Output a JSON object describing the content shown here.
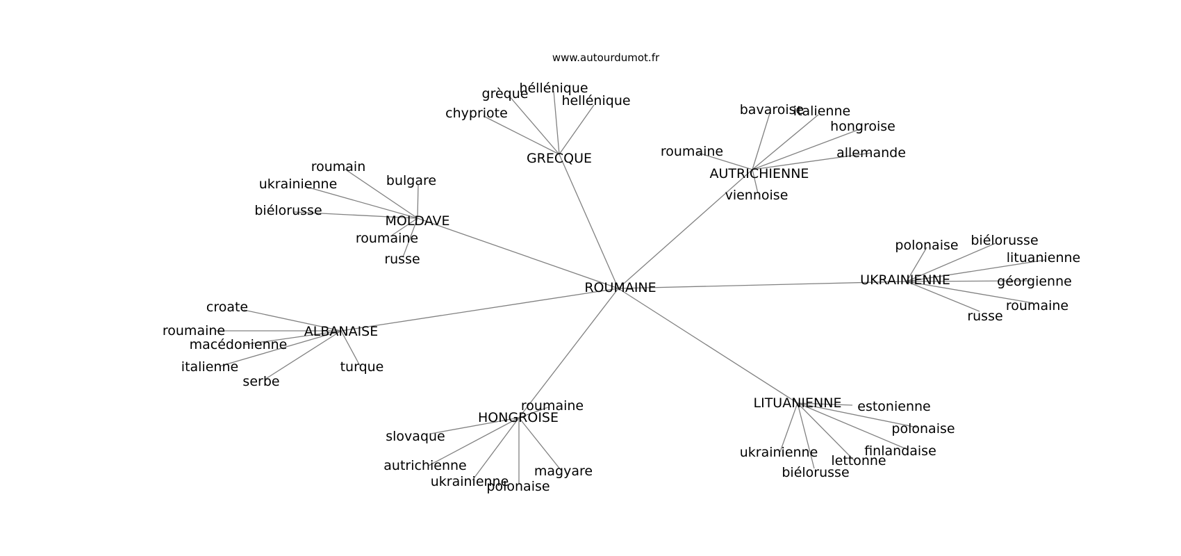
{
  "watermark": "www.autourdumot.fr",
  "graph": {
    "center": "ROUMAINE",
    "clusters": [
      {
        "hub": "GRECQUE",
        "leaves": [
          "chypriote",
          "grèque",
          "héllénique",
          "hellénique"
        ]
      },
      {
        "hub": "AUTRICHIENNE",
        "leaves": [
          "bavaroise",
          "italienne",
          "hongroise",
          "allemande",
          "roumaine",
          "viennoise"
        ]
      },
      {
        "hub": "MOLDAVE",
        "leaves": [
          "roumain",
          "ukrainienne",
          "bulgare",
          "biélorusse",
          "roumaine",
          "russe"
        ]
      },
      {
        "hub": "UKRAINIENNE",
        "leaves": [
          "polonaise",
          "biélorusse",
          "lituanienne",
          "géorgienne",
          "roumaine",
          "russe"
        ]
      },
      {
        "hub": "ALBANAISE",
        "leaves": [
          "croate",
          "roumaine",
          "macédonienne",
          "italienne",
          "serbe",
          "turque"
        ]
      },
      {
        "hub": "HONGROISE",
        "leaves": [
          "roumaine",
          "slovaque",
          "autrichienne",
          "ukrainienne",
          "polonaise",
          "magyare"
        ]
      },
      {
        "hub": "LITUANIENNE",
        "leaves": [
          "estonienne",
          "polonaise",
          "finlandaise",
          "lettonne",
          "biélorusse",
          "ukrainienne"
        ]
      }
    ]
  }
}
